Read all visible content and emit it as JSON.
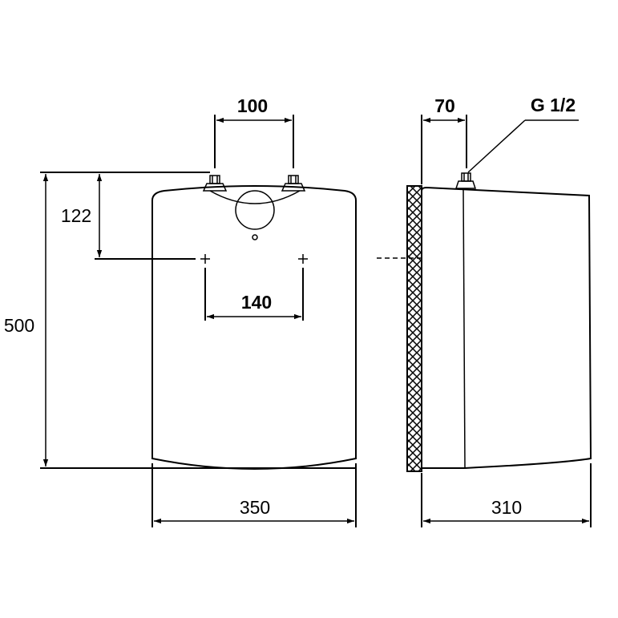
{
  "dimensions": {
    "top_connection_spacing": "100",
    "height_to_mounting": "122",
    "total_height": "500",
    "mounting_hole_spacing": "140",
    "front_width": "350",
    "wall_clearance": "70",
    "thread_size": "G 1/2",
    "depth": "310"
  },
  "colors": {
    "line": "#000000",
    "background": "#ffffff"
  }
}
